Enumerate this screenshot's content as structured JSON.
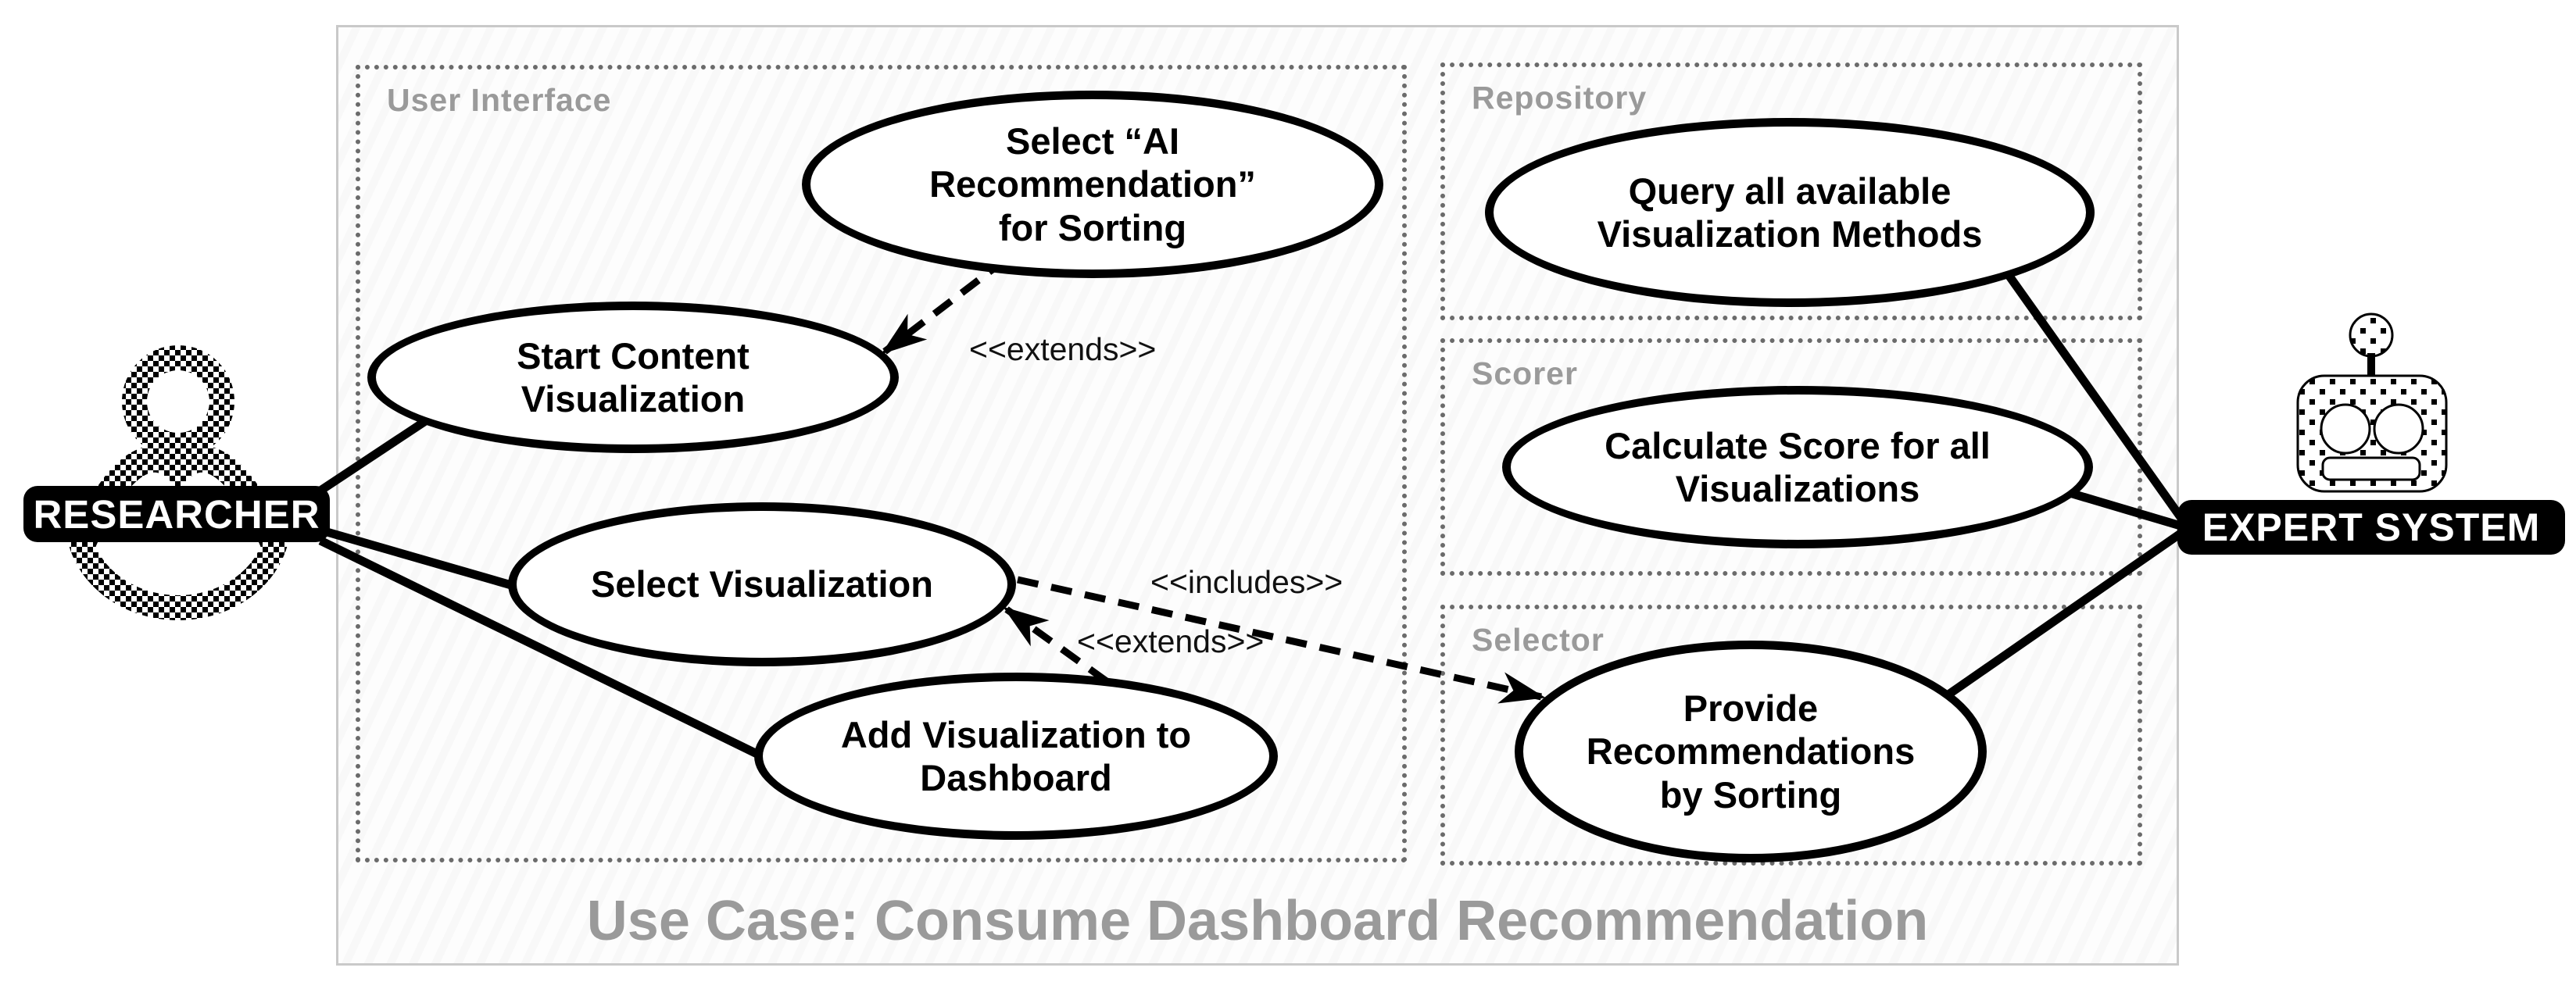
{
  "diagram": {
    "title": "Use Case: Consume Dashboard Recommendation",
    "actors": {
      "researcher": {
        "label": "RESEARCHER"
      },
      "expert_system": {
        "label": "EXPERT SYSTEM"
      }
    },
    "groups": {
      "user_interface": {
        "label": "User Interface"
      },
      "repository": {
        "label": "Repository"
      },
      "scorer": {
        "label": "Scorer"
      },
      "selector": {
        "label": "Selector"
      }
    },
    "use_cases": {
      "select_ai_recommendation": {
        "label": "Select “AI Recommendation” for Sorting"
      },
      "start_content_visualization": {
        "label": "Start Content Visualization"
      },
      "select_visualization": {
        "label": "Select Visualization"
      },
      "add_visualization_to_dashboard": {
        "label": "Add Visualization to Dashboard"
      },
      "query_all_available": {
        "label": "Query all available Visualization Methods"
      },
      "calculate_score": {
        "label": "Calculate Score for all Visualizations"
      },
      "provide_recommendations": {
        "label": "Provide Recommendations by Sorting"
      }
    },
    "relations": {
      "extends_sorting": {
        "label": "<<extends>>"
      },
      "includes_recommendations": {
        "label": "<<includes>>"
      },
      "extends_dashboard": {
        "label": "<<extends>>"
      }
    },
    "colors": {
      "muted_text": "#9a9a9a",
      "line": "#000000",
      "frame_border": "#c9c9c9"
    }
  }
}
